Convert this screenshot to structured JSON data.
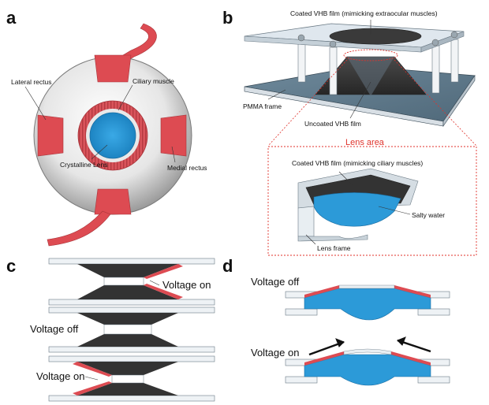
{
  "panels": {
    "a": "a",
    "b": "b",
    "c": "c",
    "d": "d"
  },
  "panel_a": {
    "lateral_rectus": "Lateral rectus",
    "ciliary_muscle": "Ciliary muscle",
    "crystalline_lens": "Crystalline Lens",
    "medial_rectus": "Medial rectus"
  },
  "panel_b": {
    "coated_film_top": "Coated VHB film (mimicking extraocular muscles)",
    "pmma_frame": "PMMA frame",
    "uncoated_film": "Uncoated VHB film",
    "lens_area": "Lens area",
    "coated_film_ciliary": "Coated VHB film (mimicking ciliary muscles)",
    "salty_water": "Salty water",
    "lens_frame": "Lens frame"
  },
  "panel_c": {
    "voltage_on_top": "Voltage on",
    "voltage_off": "Voltage off",
    "voltage_on_bottom": "Voltage on"
  },
  "panel_d": {
    "voltage_off": "Voltage off",
    "voltage_on": "Voltage on"
  },
  "colors": {
    "muscle_red": "#dd4b52",
    "lens_blue": "#2c9ad8",
    "film_dark": "#3a3a3a",
    "frame_light": "#dfe7ee",
    "lens_area_red": "#e0322b"
  }
}
